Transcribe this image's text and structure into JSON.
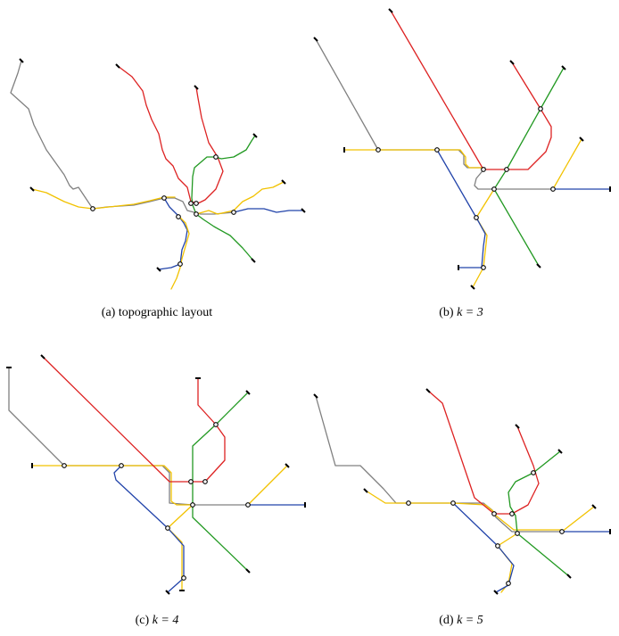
{
  "colors": {
    "gray": "#808080",
    "red": "#dd2222",
    "green": "#229922",
    "yellow": "#f2c200",
    "blue": "#2244aa",
    "station_stroke": "#000000"
  },
  "panels": [
    {
      "id": "a",
      "caption_prefix": "(a)",
      "caption_text": "topographic layout",
      "caption_math": ""
    },
    {
      "id": "b",
      "caption_prefix": "(b)",
      "caption_text": "",
      "caption_math": "k = 3"
    },
    {
      "id": "c",
      "caption_prefix": "(c)",
      "caption_text": "",
      "caption_math": "k = 4"
    },
    {
      "id": "d",
      "caption_prefix": "(d)",
      "caption_text": "",
      "caption_math": "k = 5"
    }
  ]
}
